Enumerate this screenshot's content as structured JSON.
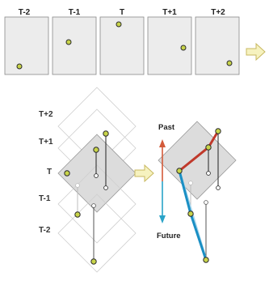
{
  "colors": {
    "panel_fill": "#ececec",
    "panel_stroke": "#8a8a8a",
    "dot_fill": "#c8d44a",
    "dot_stroke": "#2a2a2a",
    "arrow_fill": "#f6f2bf",
    "arrow_stroke": "#c8b860",
    "past_track": "#c0392b",
    "future_track": "#1a8fc4",
    "future_track_light": "#a9d6ec",
    "past_arrow": "#d35a3a",
    "future_arrow": "#2aa3c8"
  },
  "frames": [
    {
      "label": "T-2"
    },
    {
      "label": "T-1"
    },
    {
      "label": "T"
    },
    {
      "label": "T+1"
    },
    {
      "label": "T+2"
    }
  ],
  "stack_labels": [
    "T+2",
    "T+1",
    "T",
    "T-1",
    "T-2"
  ],
  "direction_labels": {
    "past": "Past",
    "future": "Future"
  },
  "icons": {
    "step_arrow": "block-arrow-right-icon"
  }
}
